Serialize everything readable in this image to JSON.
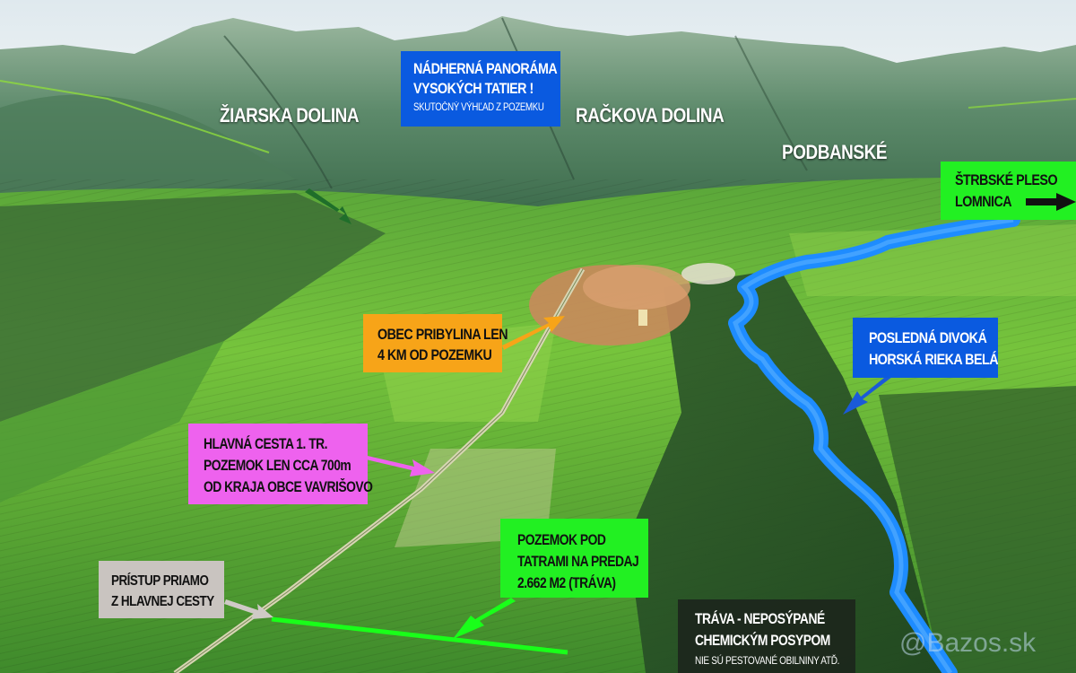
{
  "map": {
    "type": "3D terrain aerial annotation map",
    "colors": {
      "sky": "#e6eef2",
      "mountain": "#5f8c6c",
      "field_light": "#7dc93a",
      "field_dark": "#2f5f2a",
      "river": "#1e8cff",
      "plot_line": "#19ff19",
      "road": "#d9d9b8"
    }
  },
  "place_labels": [
    {
      "id": "ziarska",
      "text": "ŽIARSKA DOLINA"
    },
    {
      "id": "rackova",
      "text": "RAČKOVA DOLINA"
    },
    {
      "id": "podbanske",
      "text": "PODBANSKÉ"
    }
  ],
  "callouts": {
    "panorama": {
      "title_line1": "NÁDHERNÁ PANORÁMA",
      "title_line2": "VYSOKÝCH TATIER !",
      "subtitle": "SKUTOČNÝ VÝHĽAD Z POZEMKU",
      "bg": "#0a5ae0",
      "fg": "#ffffff"
    },
    "strbske": {
      "line1": "ŠTRBSKÉ PLESO",
      "line2": "LOMNICA",
      "icon": "arrow-right",
      "bg": "#22f022",
      "fg": "#111111"
    },
    "pribylina": {
      "line1": "OBEC PRIBYLINA LEN",
      "line2": "4 KM OD POZEMKU",
      "bg": "#f7a418",
      "fg": "#111111"
    },
    "river": {
      "line1": "POSLEDNÁ DIVOKÁ",
      "line2": "HORSKÁ RIEKA BELÁ",
      "bg": "#0a5ae0",
      "fg": "#ffffff"
    },
    "road": {
      "line1": "HLAVNÁ CESTA 1. TR.",
      "line2": "POZEMOK LEN CCA 700m",
      "line3": "OD KRAJA OBCE VAVRIŠOVO",
      "bg": "#ee62ee",
      "fg": "#111111"
    },
    "plot": {
      "line1": "POZEMOK POD",
      "line2": "TATRAMI NA PREDAJ",
      "line3": "2.662 M2 (TRÁVA)",
      "bg": "#22f022",
      "fg": "#111111"
    },
    "access": {
      "line1": "PRÍSTUP PRIAMO",
      "line2": "Z HLAVNEJ CESTY",
      "bg": "#c9c4c0",
      "fg": "#111111"
    },
    "grass": {
      "title_line1": "TRÁVA - NEPOSÝPANÉ",
      "title_line2": "CHEMICKÝM POSYPOM",
      "subtitle": "NIE SÚ PESTOVANÉ OBILNINY ATĎ.",
      "bg": "#1e2a1e",
      "fg": "#ffffff"
    }
  },
  "watermark": {
    "text": "@Bazos.sk"
  }
}
